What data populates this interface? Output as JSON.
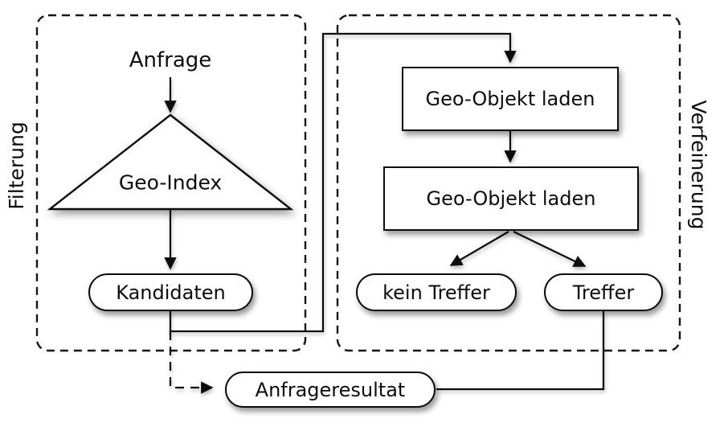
{
  "regions": {
    "filtering": {
      "label": "Filterung"
    },
    "refinement": {
      "label": "Verfeinerung"
    }
  },
  "nodes": {
    "anfrage": "Anfrage",
    "geo_index": "Geo-Index",
    "kandidaten": "Kandidaten",
    "load_1": "Geo-Objekt laden",
    "load_2": "Geo-Objekt laden",
    "kein_treffer": "kein Treffer",
    "treffer": "Treffer",
    "anfrageresultat": "Anfrageresultat"
  },
  "colors": {
    "stroke": "#0d0d0d",
    "fill": "#ffffff",
    "shadow": "rgba(0,0,0,0.40)"
  }
}
